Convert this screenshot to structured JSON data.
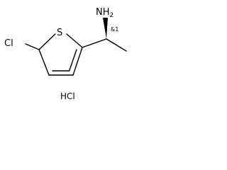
{
  "molecule": {
    "atoms": {
      "chlorine": "Cl",
      "sulfur": "S",
      "amine": "NH",
      "amine_subscript": "2"
    },
    "stereo_descriptor": "&1",
    "salt": "HCl"
  }
}
